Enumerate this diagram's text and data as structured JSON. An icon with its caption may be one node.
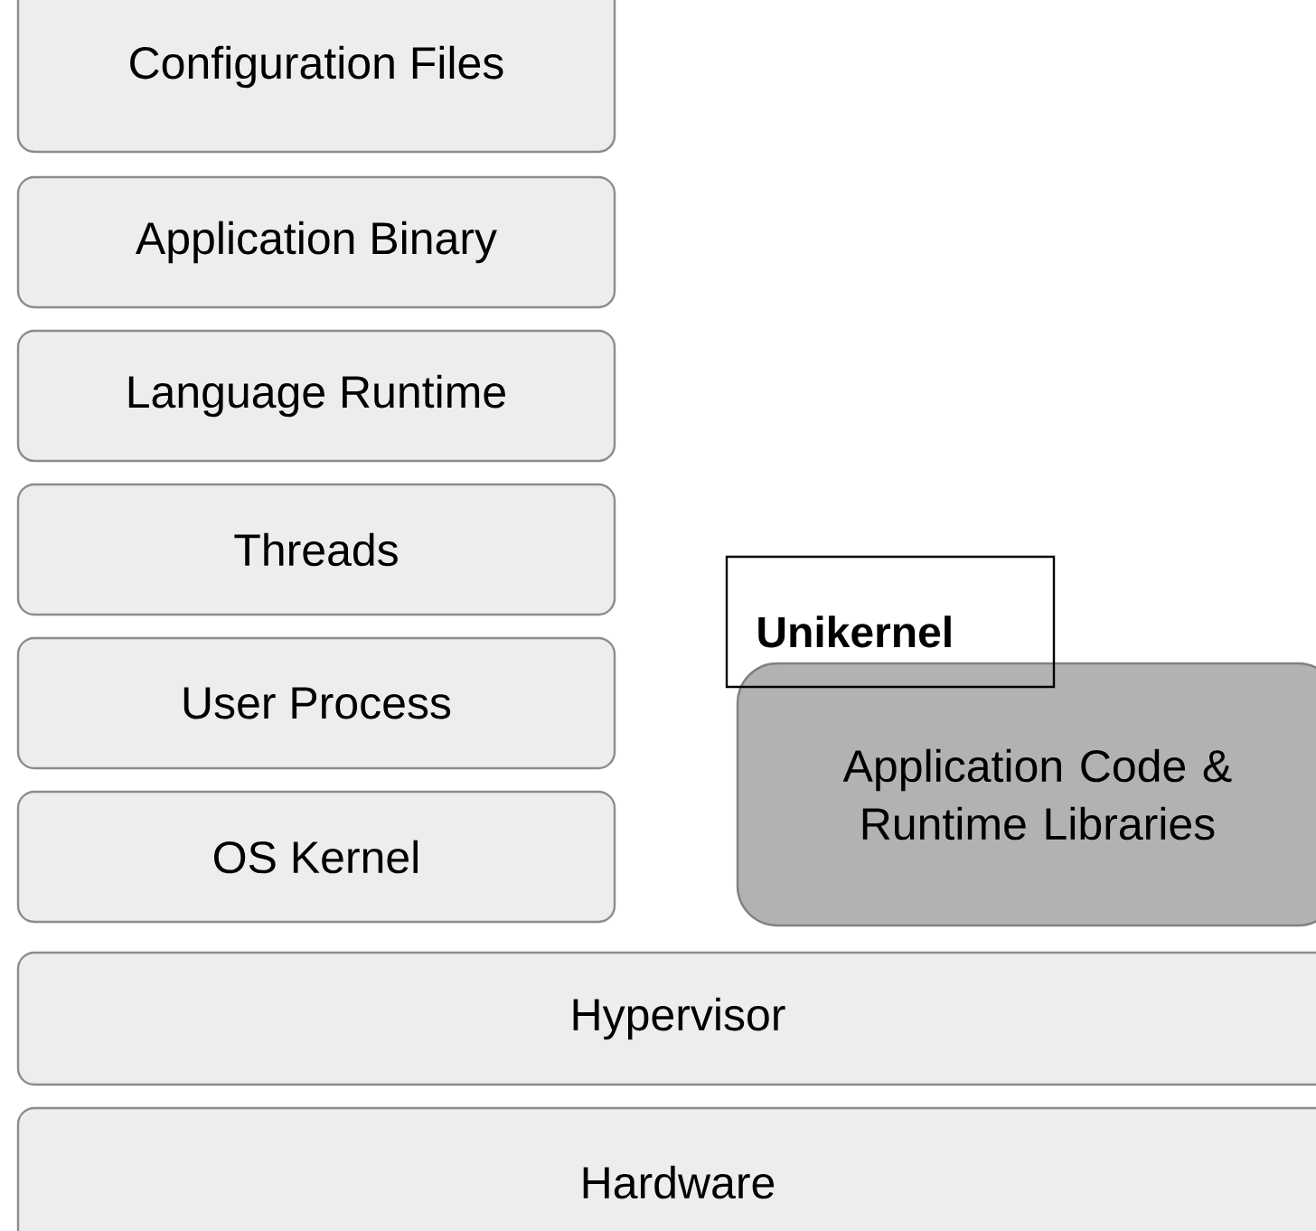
{
  "diagram": {
    "nodes": [
      {
        "text": [
          "Configuration Files"
        ]
      },
      {
        "text": [
          "Application Binary"
        ]
      },
      {
        "text": [
          "Language Runtime"
        ]
      },
      {
        "text": [
          "Threads"
        ]
      },
      {
        "text": [
          "User Process"
        ]
      },
      {
        "text": [
          "OS Kernel"
        ]
      },
      {
        "text": [
          "Unikernel"
        ]
      },
      {
        "text": [
          "Application Code & Runtime Libraries"
        ]
      },
      {
        "text": [
          "Hypervisor"
        ]
      },
      {
        "text": [
          "Hardware"
        ]
      }
    ]
  }
}
